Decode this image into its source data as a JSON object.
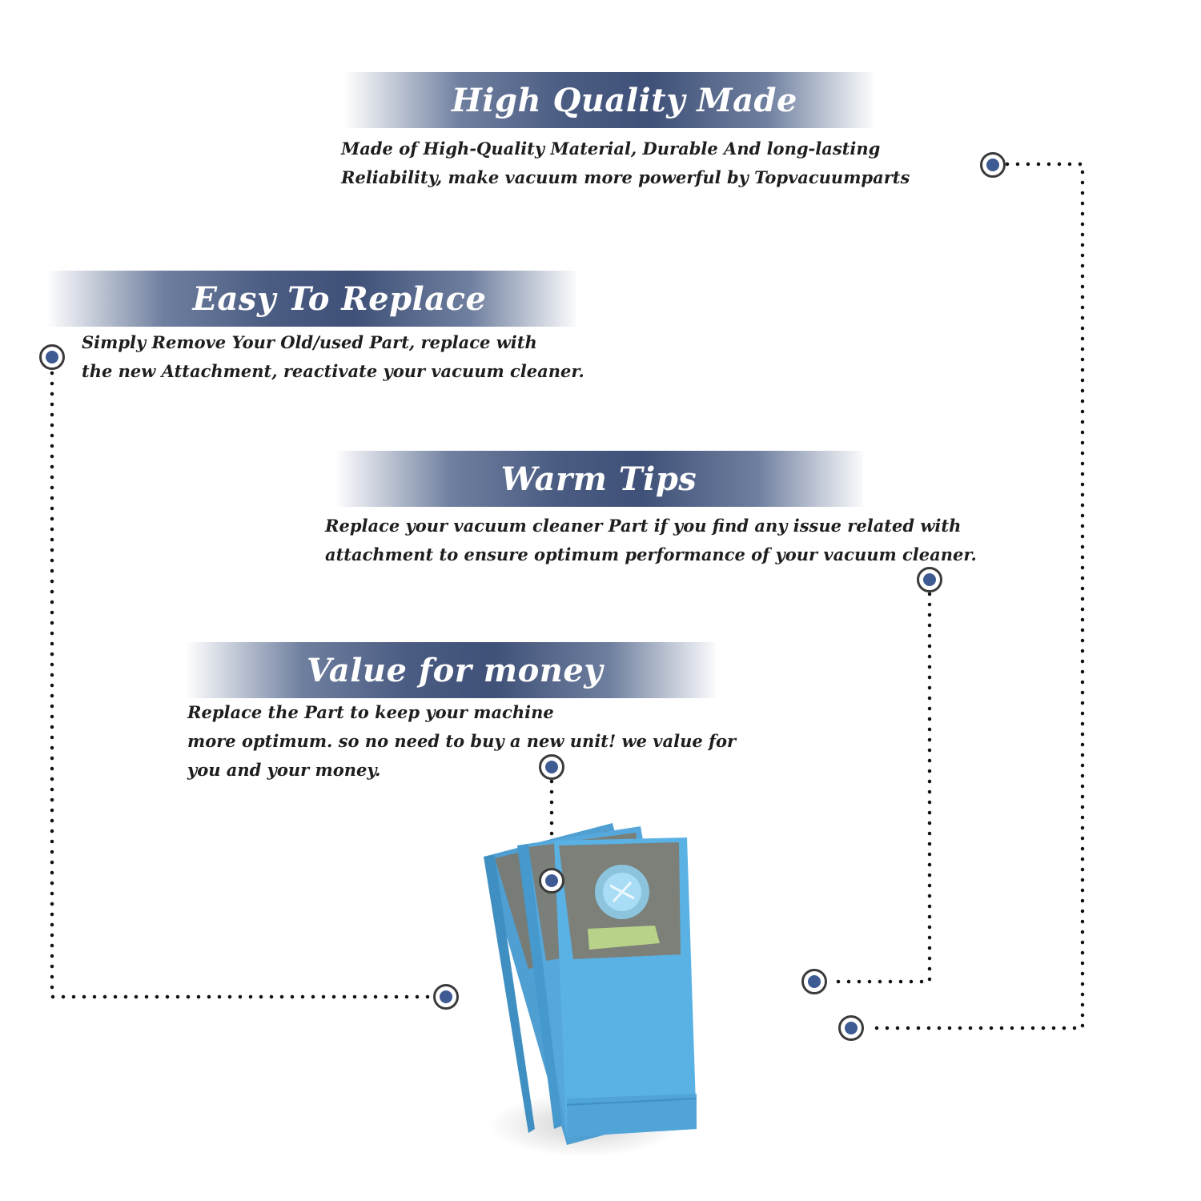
{
  "features": [
    {
      "id": "high-quality",
      "title": "High Quality Made",
      "lines": [
        "Made of  High-Quality Material, Durable And long-lasting",
        "Reliability, make vacuum more powerful by Topvacuumparts"
      ]
    },
    {
      "id": "easy-replace",
      "title": "Easy To Replace",
      "lines": [
        "Simply Remove Your Old/used Part, replace with",
        "the new Attachment, reactivate your vacuum cleaner."
      ]
    },
    {
      "id": "warm-tips",
      "title": "Warm Tips",
      "lines": [
        "Replace your vacuum cleaner Part if you find any issue related with",
        " attachment to ensure optimum performance of your vacuum cleaner."
      ]
    },
    {
      "id": "value-money",
      "title": "Value for money",
      "lines": [
        "Replace the Part to keep your machine",
        "more optimum. so no need to buy a new unit! we value for",
        "you and your money."
      ]
    }
  ],
  "colors": {
    "banner": "#45577c",
    "marker": "#3f5b94",
    "bag_blue": "#5aaee0",
    "bag_card": "#7b8079",
    "tape": "#b9d28a"
  },
  "product": {
    "name": "vacuum-bag-pack",
    "count": 3
  }
}
